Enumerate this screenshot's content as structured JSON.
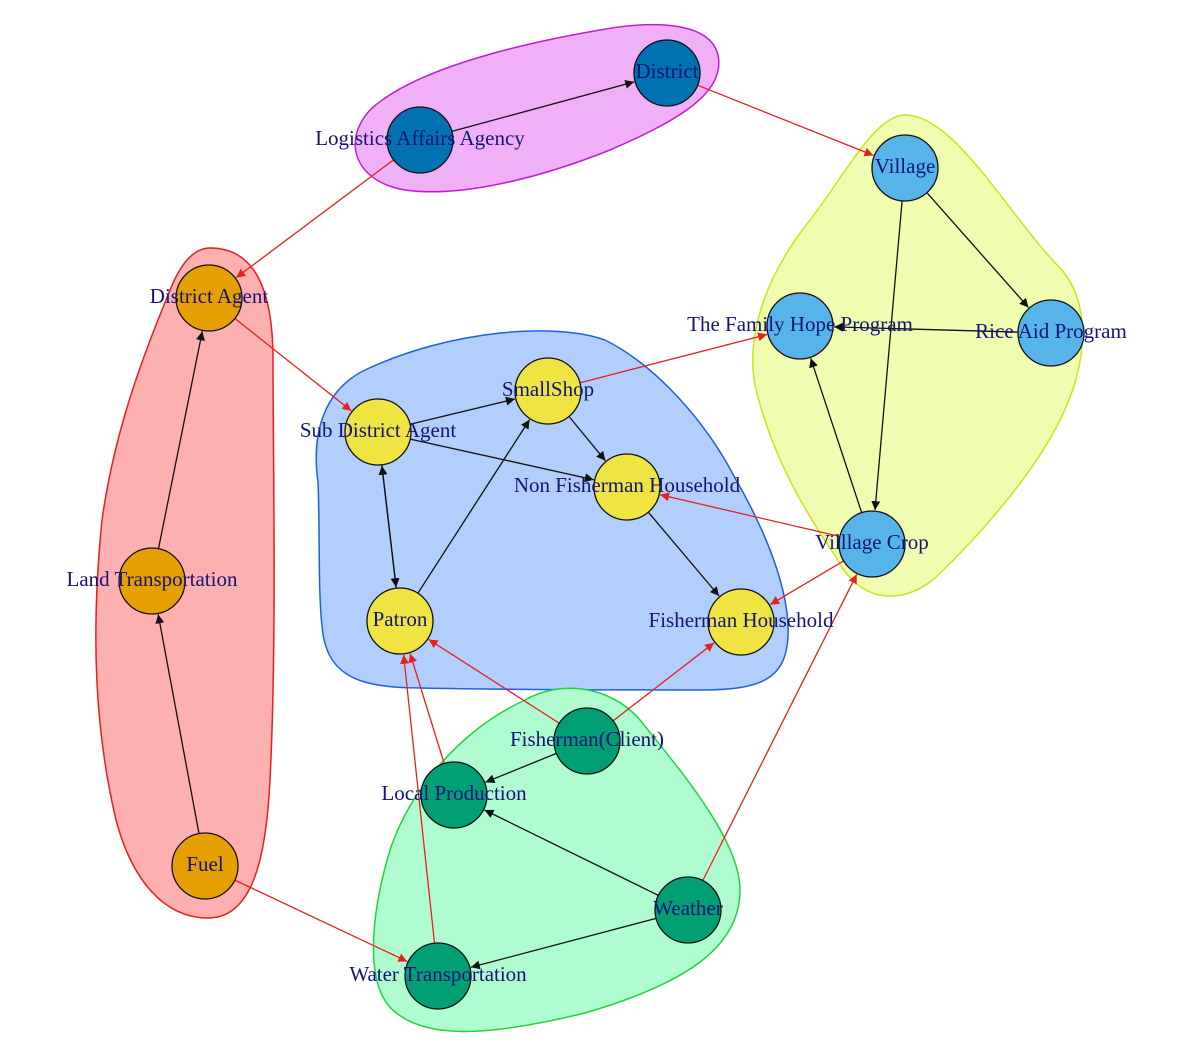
{
  "diagram": {
    "colors": {
      "edge_internal": "#111111",
      "edge_cross": "#e8201e",
      "label": "#141478"
    },
    "groups": [
      {
        "id": "magenta",
        "fill": "#efb0f8",
        "stroke": "#c21dd4"
      },
      {
        "id": "red",
        "fill": "#fdb0b0",
        "stroke": "#e81f1f"
      },
      {
        "id": "blue",
        "fill": "#b1cefc",
        "stroke": "#2060dd"
      },
      {
        "id": "yellow",
        "fill": "#f0fcb0",
        "stroke": "#c9e618"
      },
      {
        "id": "green",
        "fill": "#b0fcd1",
        "stroke": "#22d43c"
      }
    ],
    "nodes": [
      {
        "id": "logistics",
        "label": "Logistics Affairs Agency",
        "color": "#0072b2",
        "group": "magenta"
      },
      {
        "id": "district",
        "label": "District",
        "color": "#0072b2",
        "group": "magenta"
      },
      {
        "id": "village",
        "label": "Village",
        "color": "#56b4e9",
        "group": "yellow"
      },
      {
        "id": "family_hope",
        "label": "The Family Hope Program",
        "color": "#56b4e9",
        "group": "yellow"
      },
      {
        "id": "rice_aid",
        "label": "Rice Aid Program",
        "color": "#56b4e9",
        "group": "yellow"
      },
      {
        "id": "village_crop",
        "label": "Villlage Crop",
        "color": "#56b4e9",
        "group": "yellow"
      },
      {
        "id": "district_agent",
        "label": "District Agent",
        "color": "#e69f00",
        "group": "red"
      },
      {
        "id": "land_transport",
        "label": "Land Transportation",
        "color": "#e69f00",
        "group": "red"
      },
      {
        "id": "fuel",
        "label": "Fuel",
        "color": "#e69f00",
        "group": "red"
      },
      {
        "id": "sub_district",
        "label": "Sub District Agent",
        "color": "#f0e442",
        "group": "blue"
      },
      {
        "id": "smallshop",
        "label": "SmallShop",
        "color": "#f0e442",
        "group": "blue"
      },
      {
        "id": "non_fisherman",
        "label": "Non Fisherman Household",
        "color": "#f0e442",
        "group": "blue"
      },
      {
        "id": "patron",
        "label": "Patron",
        "color": "#f0e442",
        "group": "blue"
      },
      {
        "id": "fisherman_household",
        "label": "Fisherman Household",
        "color": "#f0e442",
        "group": "blue"
      },
      {
        "id": "fisherman_client",
        "label": "Fisherman(Client)",
        "color": "#009e73",
        "group": "green"
      },
      {
        "id": "local_production",
        "label": "Local Production",
        "color": "#009e73",
        "group": "green"
      },
      {
        "id": "weather",
        "label": "Weather",
        "color": "#009e73",
        "group": "green"
      },
      {
        "id": "water_transport",
        "label": "Water Transportation",
        "color": "#009e73",
        "group": "green"
      }
    ],
    "edges": [
      {
        "from": "logistics",
        "to": "district",
        "type": "internal"
      },
      {
        "from": "district",
        "to": "village",
        "type": "cross"
      },
      {
        "from": "logistics",
        "to": "district_agent",
        "type": "cross"
      },
      {
        "from": "village",
        "to": "rice_aid",
        "type": "internal"
      },
      {
        "from": "village",
        "to": "village_crop",
        "type": "internal"
      },
      {
        "from": "rice_aid",
        "to": "family_hope",
        "type": "internal"
      },
      {
        "from": "village_crop",
        "to": "family_hope",
        "type": "internal"
      },
      {
        "from": "district_agent",
        "to": "sub_district",
        "type": "cross"
      },
      {
        "from": "land_transport",
        "to": "district_agent",
        "type": "internal"
      },
      {
        "from": "fuel",
        "to": "land_transport",
        "type": "internal"
      },
      {
        "from": "fuel",
        "to": "water_transport",
        "type": "cross"
      },
      {
        "from": "sub_district",
        "to": "smallshop",
        "type": "internal"
      },
      {
        "from": "sub_district",
        "to": "non_fisherman",
        "type": "internal"
      },
      {
        "from": "sub_district",
        "to": "patron",
        "type": "internal"
      },
      {
        "from": "patron",
        "to": "sub_district",
        "type": "internal"
      },
      {
        "from": "smallshop",
        "to": "non_fisherman",
        "type": "internal"
      },
      {
        "from": "patron",
        "to": "smallshop",
        "type": "internal"
      },
      {
        "from": "non_fisherman",
        "to": "fisherman_household",
        "type": "internal"
      },
      {
        "from": "smallshop",
        "to": "family_hope",
        "type": "cross"
      },
      {
        "from": "village_crop",
        "to": "non_fisherman",
        "type": "cross"
      },
      {
        "from": "village_crop",
        "to": "fisherman_household",
        "type": "cross"
      },
      {
        "from": "fisherman_client",
        "to": "patron",
        "type": "cross"
      },
      {
        "from": "fisherman_client",
        "to": "fisherman_household",
        "type": "cross"
      },
      {
        "from": "fisherman_client",
        "to": "local_production",
        "type": "internal"
      },
      {
        "from": "weather",
        "to": "local_production",
        "type": "internal"
      },
      {
        "from": "weather",
        "to": "water_transport",
        "type": "internal"
      },
      {
        "from": "weather",
        "to": "village_crop",
        "type": "cross"
      },
      {
        "from": "local_production",
        "to": "patron",
        "type": "cross"
      },
      {
        "from": "water_transport",
        "to": "patron",
        "type": "cross"
      }
    ]
  }
}
